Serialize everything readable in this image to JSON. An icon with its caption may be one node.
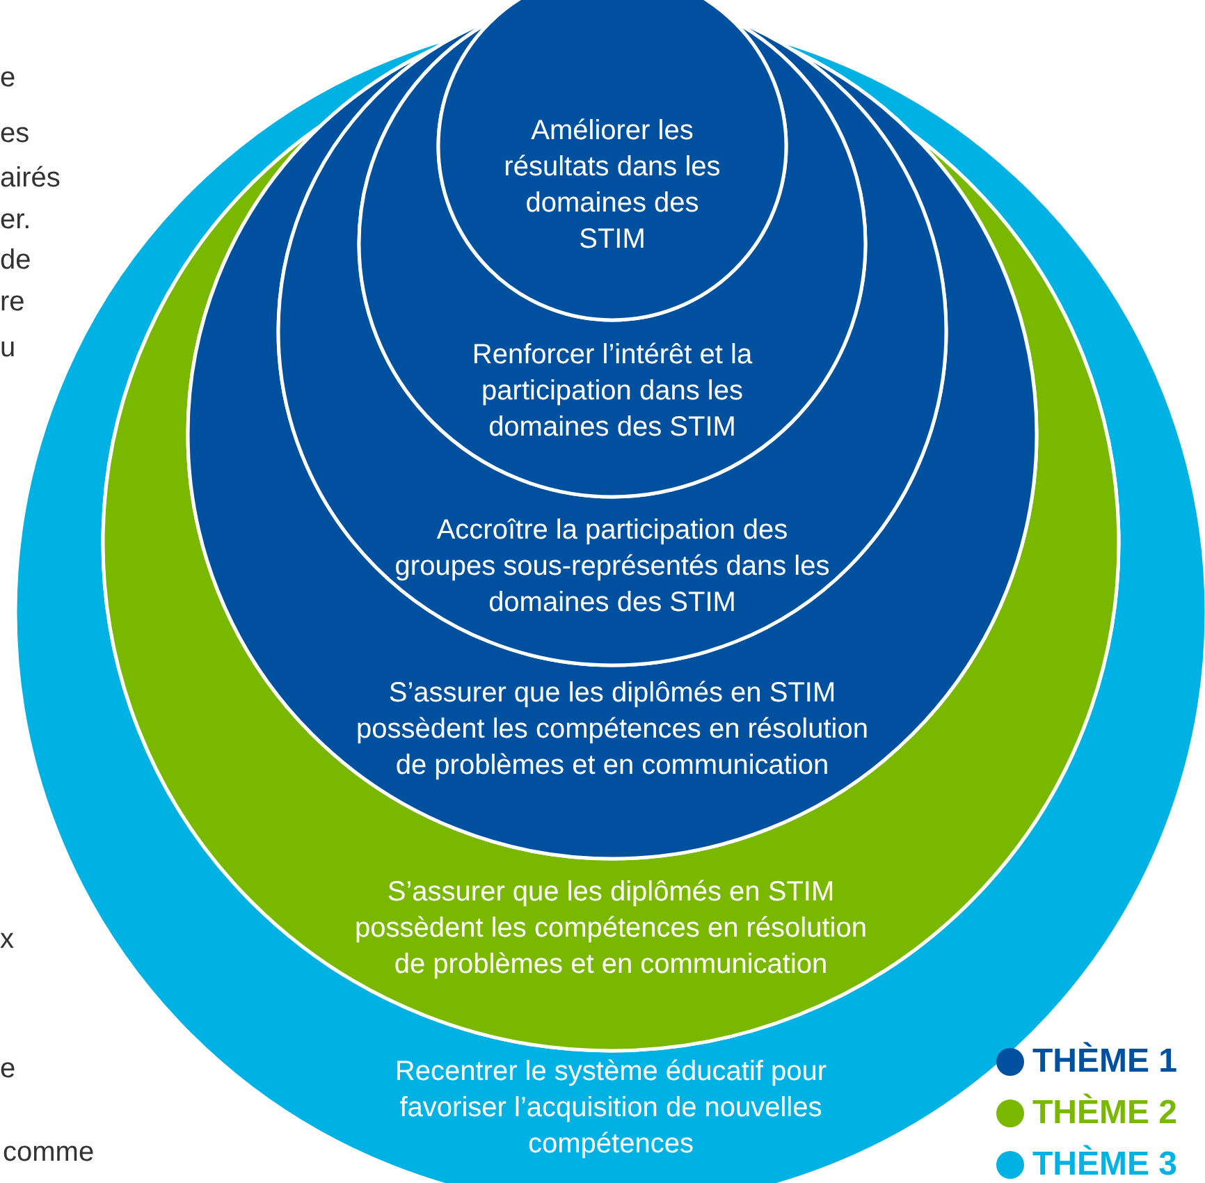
{
  "diagram": {
    "nodes": [
      {
        "text": [
          "Recentrer le système éducatif pour favoriser l’acquisition de nouvelles compétences"
        ]
      },
      {
        "text": [
          "S’assurer que les diplômés en STIM possèdent les compétences en résolution de problèmes et en communication"
        ],
        "in": 0
      },
      {
        "text": [
          "S’assurer que les diplômés en STIM possèdent les compétences en résolution de problèmes et en communication"
        ],
        "in": 1
      },
      {
        "text": [
          "Accroître la participation des groupes sous-représentés dans les domaines des STIM"
        ],
        "in": 2
      },
      {
        "text": [
          "Renforcer l’intérêt et la participation dans les domaines des STIM"
        ],
        "in": 3
      },
      {
        "text": [
          "Améliorer les résultats dans les domaines des STIM"
        ],
        "in": 4
      }
    ],
    "labels": [
      "e",
      "es",
      "airés",
      "er.",
      "de",
      "re",
      "u",
      "x",
      "e",
      "comme"
    ],
    "legend": [
      {
        "text": "THÈME 1",
        "color": "#0050a0"
      },
      {
        "text": "THÈME 2",
        "color": "#7ab800"
      },
      {
        "text": "THÈME 3",
        "color": "#00b2e3"
      }
    ]
  }
}
